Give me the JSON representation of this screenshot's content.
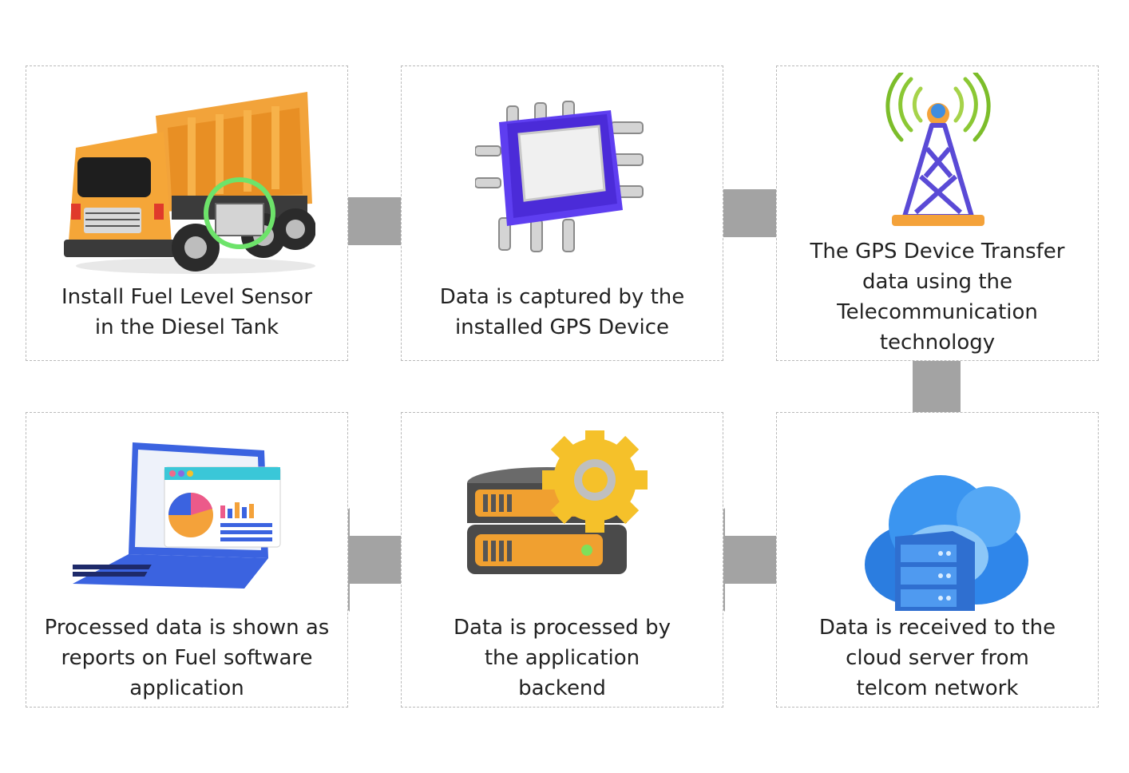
{
  "steps": [
    {
      "icon": "dump-truck-icon",
      "text": "Install Fuel Level Sensor in the Diesel Tank"
    },
    {
      "icon": "chip-icon",
      "text": "Data is captured by the installed GPS Device"
    },
    {
      "icon": "antenna-tower-icon",
      "text": "The GPS Device Transfer data using the Telecommunication technology"
    },
    {
      "icon": "cloud-server-icon",
      "text": "Data is received to the cloud server from telcom network"
    },
    {
      "icon": "server-gear-icon",
      "text": "Data is processed by the application backend"
    },
    {
      "icon": "laptop-report-icon",
      "text": "Processed data is shown as reports on Fuel software application"
    }
  ],
  "colors": {
    "arrow": "#a3a3a3",
    "border": "#b9b9b9",
    "highlight": "#6de36a"
  }
}
